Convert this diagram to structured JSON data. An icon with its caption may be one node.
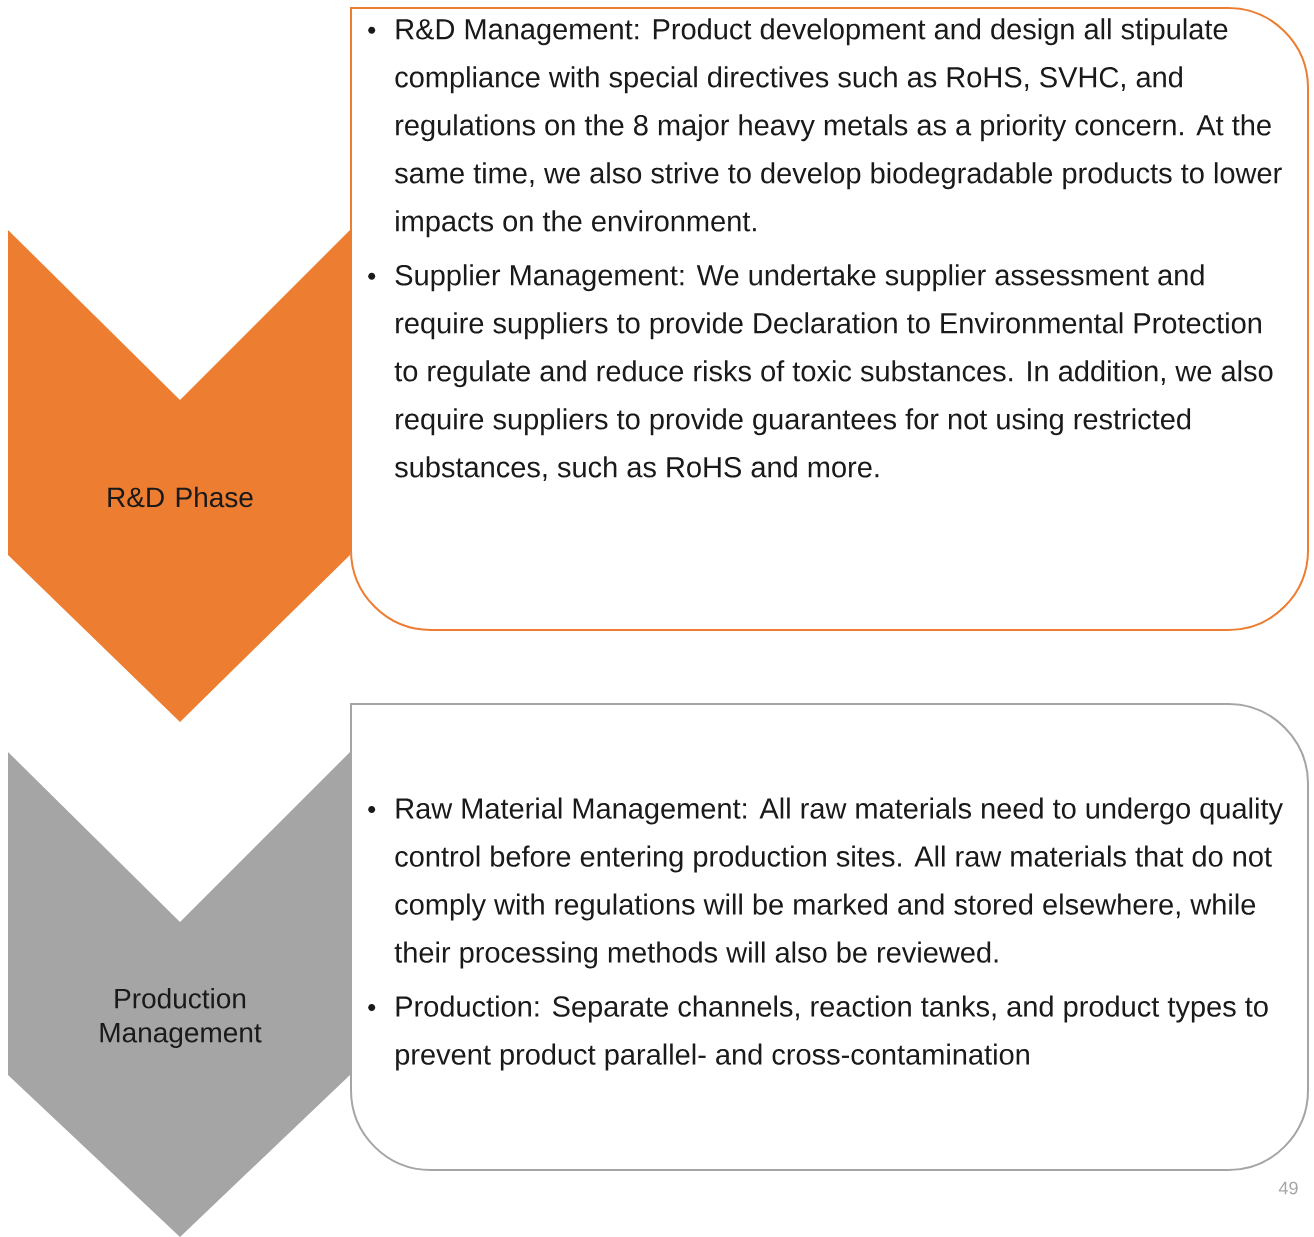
{
  "diagram": {
    "nodes": [
      {
        "text": [
          "R&D Phase"
        ]
      },
      {
        "text": [
          "R&D Management: Product development and design all stipulate compliance with special directives such as RoHS, SVHC, and regulations on the 8 major heavy metals as a priority concern. At the same time, we also strive to develop biodegradable products to lower impacts on the environment.",
          "Supplier Management: We undertake supplier assessment and require suppliers to provide Declaration to Environmental Protection to regulate and reduce risks of toxic substances. In addition, we also require suppliers to provide guarantees for not using restricted substances, such as RoHS and more."
        ]
      },
      {
        "text": [
          "Production Management"
        ]
      },
      {
        "text": [
          "Raw Material Management: All raw materials need to undergo quality control before entering production sites. All raw materials that do not comply with regulations will be marked and stored elsewhere, while their processing methods will also be reviewed.",
          "Production: Separate channels, reaction tanks, and product types to prevent product parallel- and cross-contamination"
        ]
      }
    ],
    "labels": [
      "49"
    ]
  }
}
